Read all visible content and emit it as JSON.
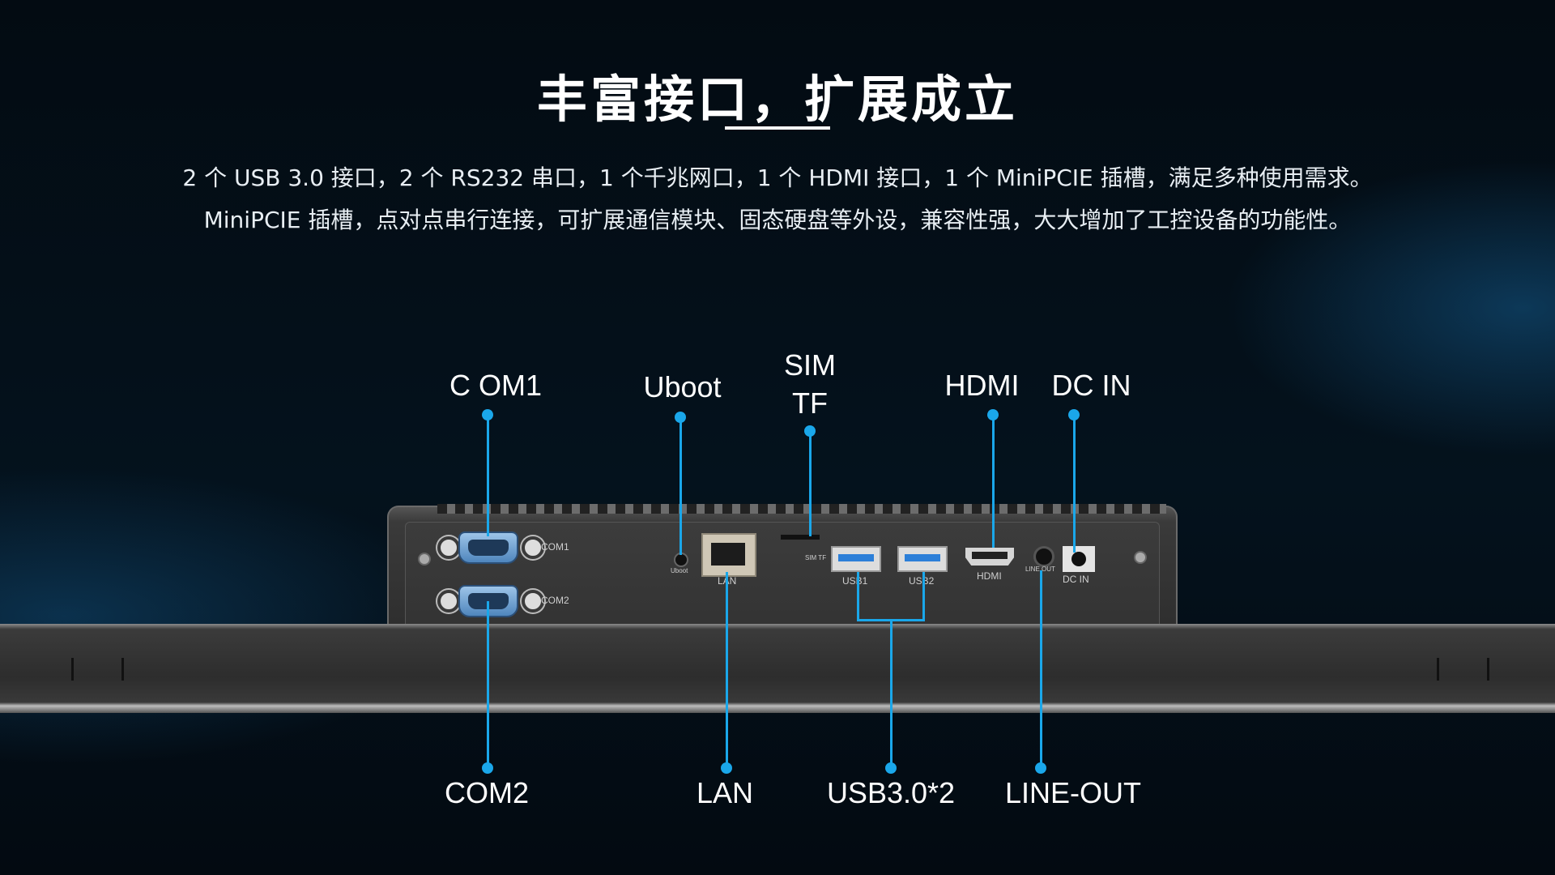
{
  "heading": {
    "title": "丰富接口，扩展成立",
    "desc_line1": "2 个 USB 3.0 接口，2 个 RS232 串口，1 个千兆网口，1 个 HDMI 接口，1 个 MiniPCIE 插槽，满足多种使用需求。",
    "desc_line2": "MiniPCIE 插槽，点对点串行连接，可扩展通信模块、固态硬盘等外设，兼容性强，大大增加了工控设备的功能性。"
  },
  "callouts_top": {
    "com1": "C OM1",
    "uboot": "Uboot",
    "sim": "SIM",
    "tf": "TF",
    "hdmi": "HDMI",
    "dcin": "DC IN"
  },
  "callouts_bottom": {
    "com2": "COM2",
    "lan": "LAN",
    "usb": "USB3.0*2",
    "lineout": "LINE-OUT"
  },
  "device_labels": {
    "com1": "COM1",
    "com2": "COM2",
    "uboot": "Uboot",
    "lan": "LAN",
    "sim": "SIM TF",
    "usb1": "USB1",
    "usb2": "USB2",
    "hdmi": "HDMI",
    "lineout": "LINE OUT",
    "dcin": "DC IN"
  },
  "colors": {
    "accent": "#1aa7ea",
    "background": "#04121d"
  }
}
